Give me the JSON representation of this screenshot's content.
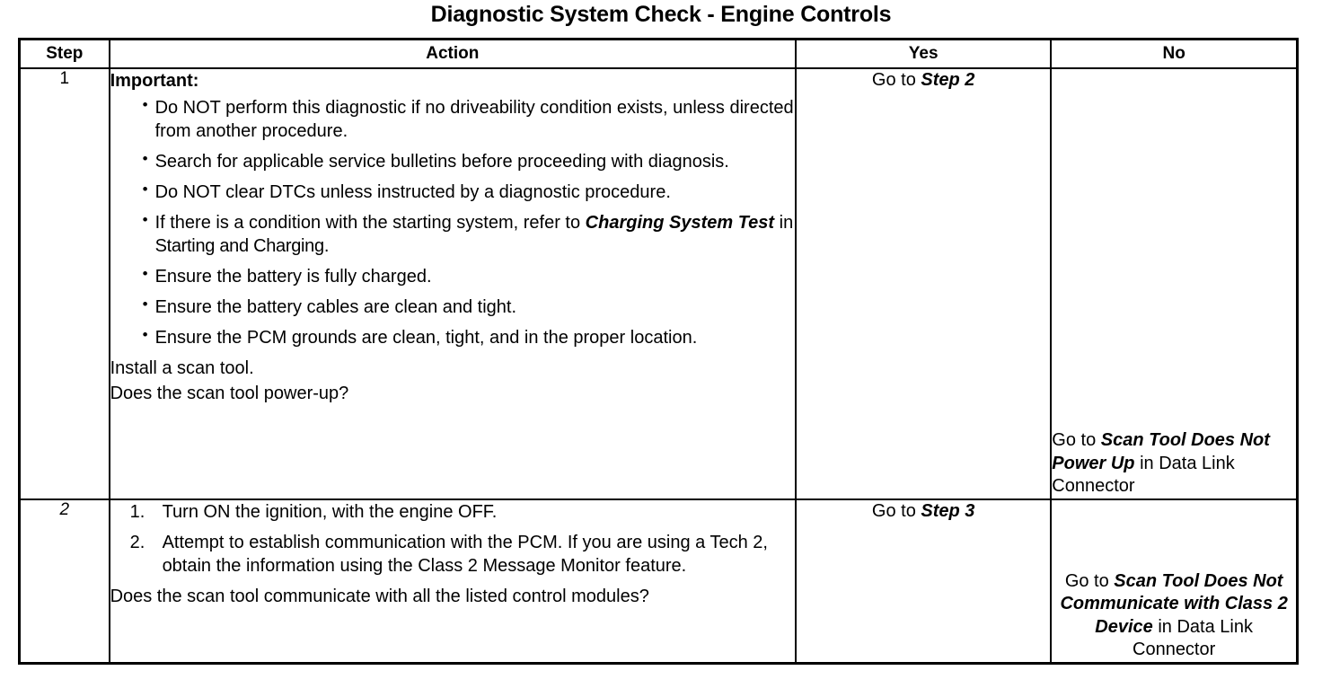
{
  "document": {
    "title": "Diagnostic System Check - Engine Controls"
  },
  "table": {
    "columns": [
      {
        "key": "step",
        "label": "Step"
      },
      {
        "key": "action",
        "label": "Action"
      },
      {
        "key": "yes",
        "label": "Yes"
      },
      {
        "key": "no",
        "label": "No"
      }
    ],
    "rows": [
      {
        "step": "1",
        "step_style": "normal",
        "action": {
          "heading": "Important:",
          "bullets": [
            "Do NOT perform this diagnostic if no driveability condition exists, unless directed from another procedure.",
            "Search for applicable service bulletins before proceeding with diagnosis.",
            "Do NOT clear DTCs unless instructed by a diagnostic procedure.",
            {
              "prefix": "If there is a condition with the starting system, refer to ",
              "italic": "Charging System Test",
              "middle": " in ",
              "reference": "Starting and Charging",
              "suffix": "."
            },
            "Ensure the battery is fully charged.",
            "Ensure the battery cables are clean and tight.",
            "Ensure the PCM grounds are clean, tight, and in the proper location."
          ],
          "lines": [
            "Install a scan tool.",
            "Does the scan tool power-up?"
          ]
        },
        "yes": {
          "prefix": "Go to ",
          "italic": "Step 2",
          "suffix": ""
        },
        "no": {
          "align": "left",
          "prefix": "Go to ",
          "italic": "Scan Tool Does Not Power Up",
          "middle": " in ",
          "reference": "Data Link Connector",
          "suffix": ""
        }
      },
      {
        "step": "2",
        "step_style": "italic",
        "action": {
          "heading": "",
          "numbered": [
            "Turn ON the ignition, with the engine OFF.",
            "Attempt to establish communication with the PCM. If you are using a Tech 2, obtain the information using the Class 2 Message Monitor feature."
          ],
          "lines": [
            "Does the scan tool communicate with all the listed control modules?"
          ]
        },
        "yes": {
          "prefix": "Go to ",
          "italic": "Step 3",
          "suffix": ""
        },
        "no": {
          "align": "center",
          "prefix": "Go to ",
          "italic": "Scan Tool Does Not Communicate with Class 2 Device",
          "middle": " in ",
          "reference": "Data Link Connector",
          "suffix": ""
        }
      }
    ]
  },
  "colors": {
    "text": "#000000",
    "background": "#ffffff",
    "border": "#000000"
  }
}
